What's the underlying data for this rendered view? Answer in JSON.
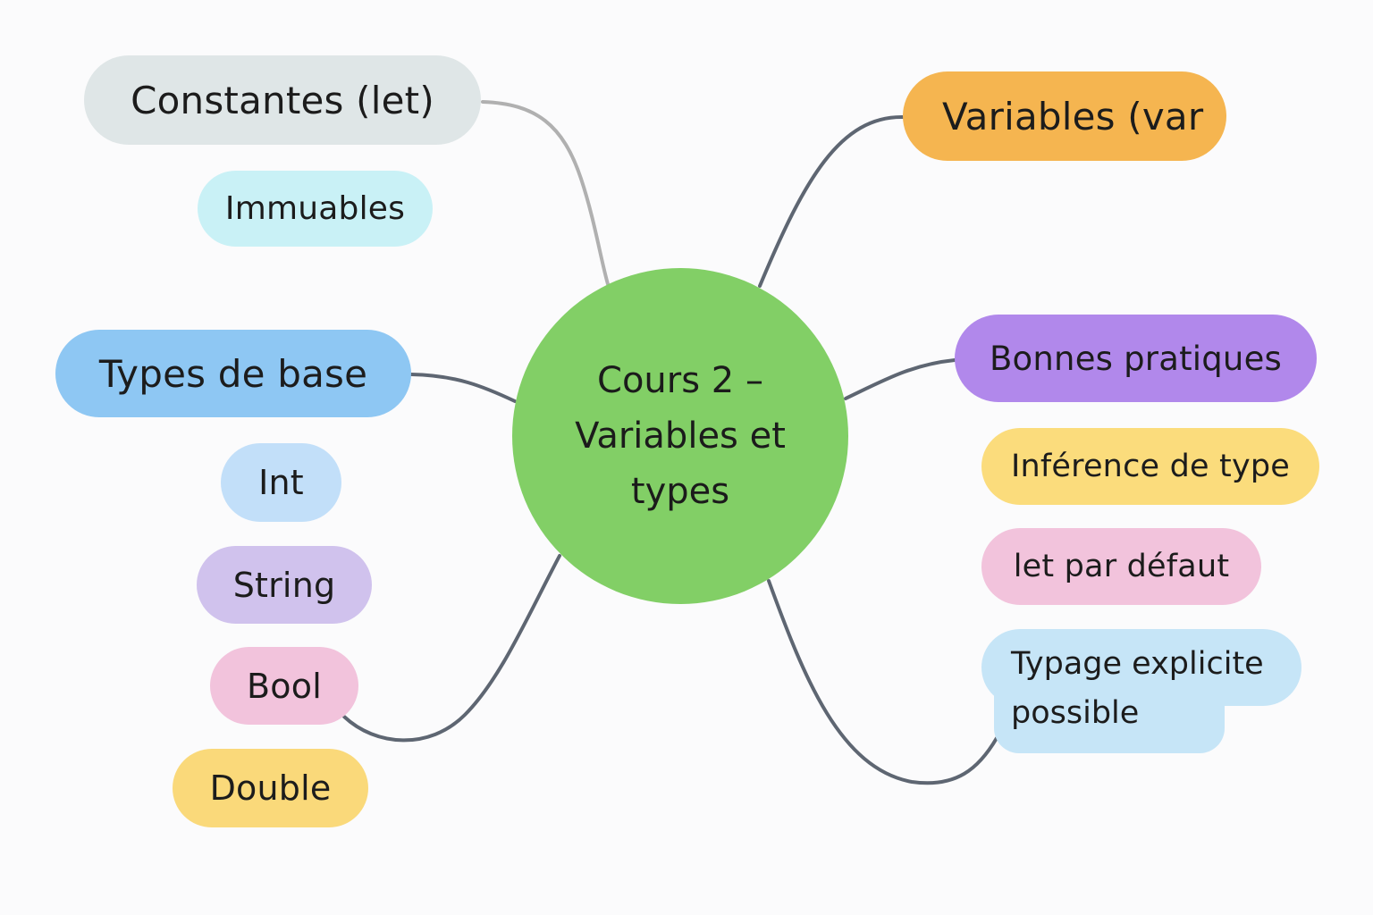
{
  "center": {
    "label": "Cours 2 –\nVariables et\ntypes"
  },
  "branches": {
    "constantes": {
      "label": "Constantes (let)",
      "children": [
        "Immuables"
      ]
    },
    "variables": {
      "label": "Variables (var"
    },
    "types_de_base": {
      "label": "Types de base",
      "children": [
        "Int",
        "String",
        "Bool",
        "Double"
      ]
    },
    "bonnes_pratiques": {
      "label": "Bonnes pratiques",
      "children": [
        "Inférence de type",
        "let par défaut",
        "Typage explicite\npossible"
      ]
    }
  },
  "colors": {
    "center": "#82cf66",
    "constantes": "#dfe6e7",
    "variables": "#f5b550",
    "types_de_base": "#8ec7f3",
    "bonnes_pratiques": "#b188eb",
    "immuables": "#c9f1f6",
    "int": "#c2dff9",
    "string": "#d0c2ed",
    "bool": "#f2c3dc",
    "double": "#fad97a",
    "inference": "#fbdc7c",
    "let_par_defaut": "#f2c3dc",
    "typage": "#c6e5f7",
    "connector": "#5e6672",
    "connector_light": "#b0b0b0"
  }
}
